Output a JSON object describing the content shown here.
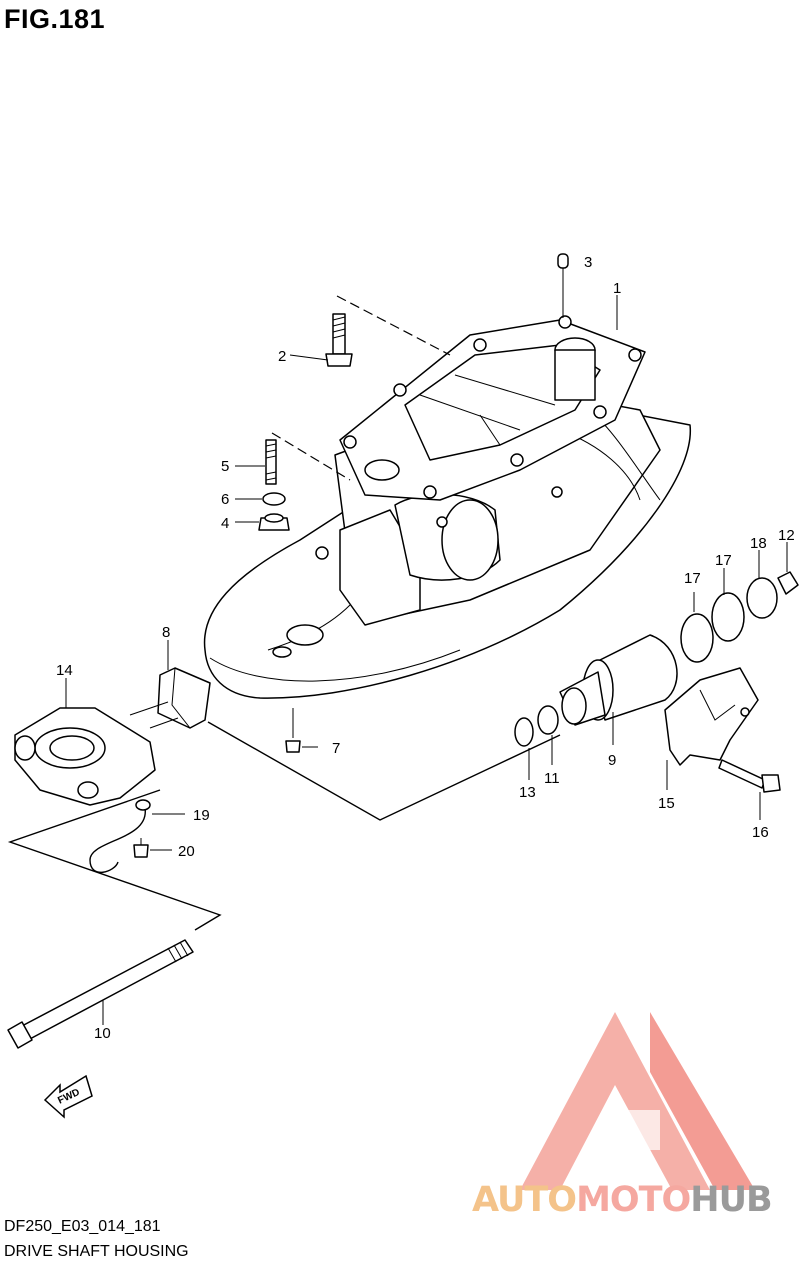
{
  "figure": {
    "title": "FIG.181"
  },
  "footer": {
    "code": "DF250_E03_014_181",
    "name": "DRIVE SHAFT HOUSING"
  },
  "direction_tag": "FWD",
  "callouts": [
    "1",
    "2",
    "3",
    "4",
    "5",
    "6",
    "7",
    "8",
    "9",
    "10",
    "11",
    "12",
    "13",
    "14",
    "15",
    "16",
    "17",
    "17",
    "18",
    "19",
    "20"
  ],
  "watermark": {
    "part1": "AUTO",
    "part2": "MOTO",
    "part3": "HUB",
    "colors": {
      "auto": "#f4c38a",
      "moto": "#f5a8a0",
      "hub": "#9a9a9a",
      "logo": "#f28b82"
    }
  }
}
